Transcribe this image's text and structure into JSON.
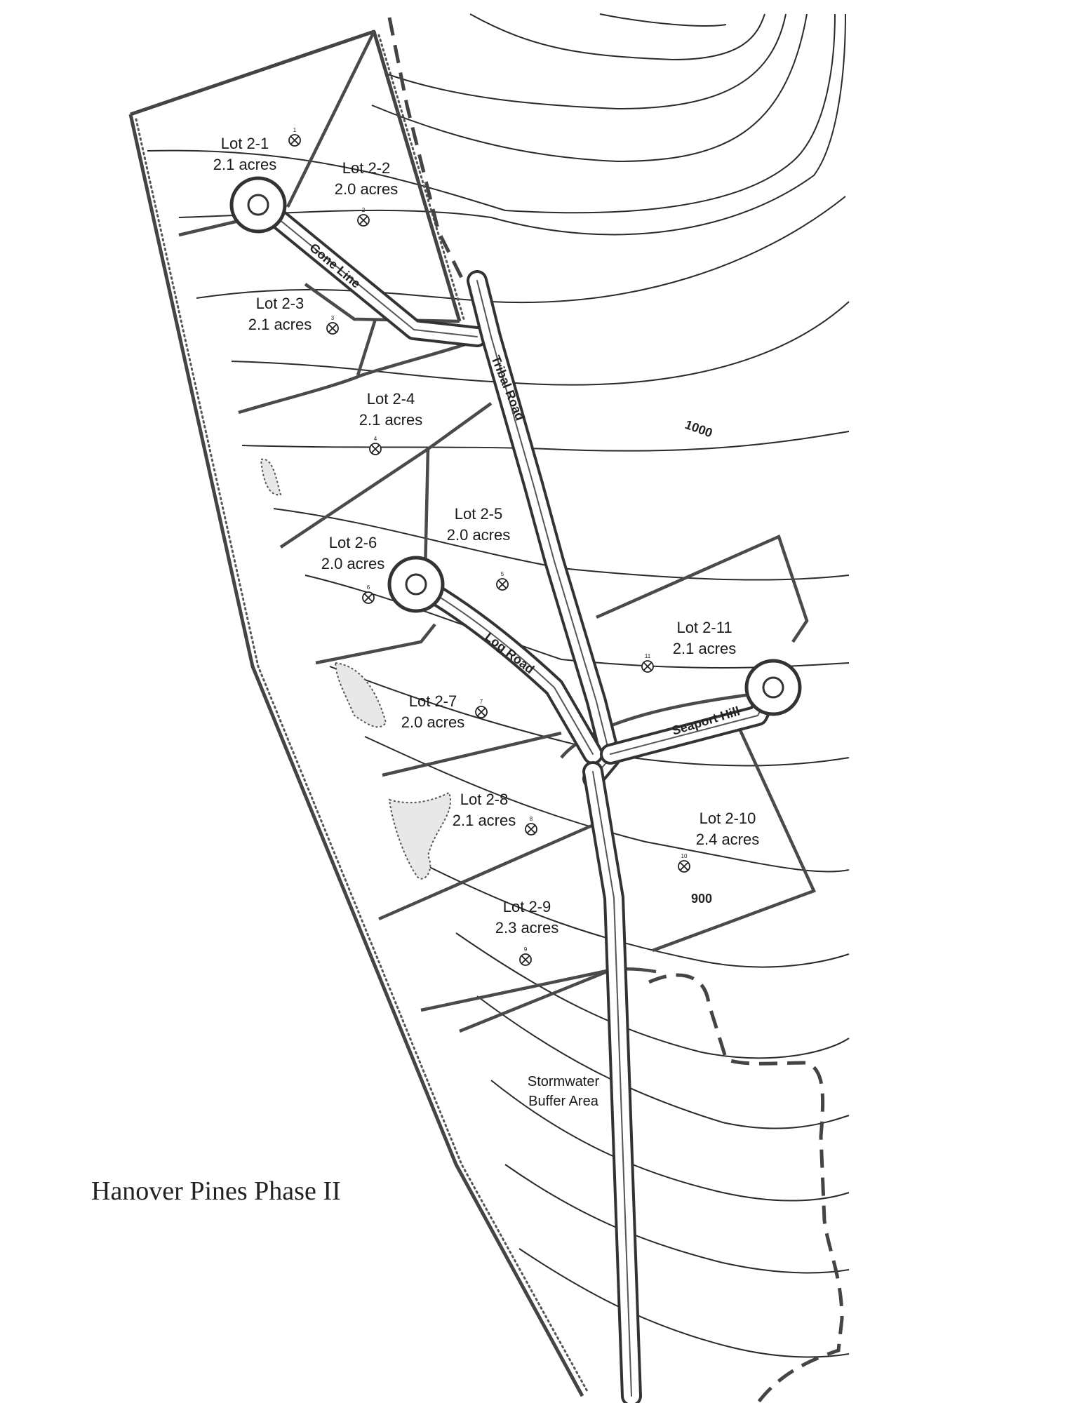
{
  "title": "Hanover Pines Phase II",
  "lots": [
    {
      "name": "Lot 2-1",
      "acres": "2.1 acres",
      "marker": "1"
    },
    {
      "name": "Lot 2-2",
      "acres": "2.0 acres",
      "marker": "2"
    },
    {
      "name": "Lot 2-3",
      "acres": "2.1 acres",
      "marker": "3"
    },
    {
      "name": "Lot 2-4",
      "acres": "2.1 acres",
      "marker": "4"
    },
    {
      "name": "Lot 2-5",
      "acres": "2.0 acres",
      "marker": "5"
    },
    {
      "name": "Lot 2-6",
      "acres": "2.0 acres",
      "marker": "6"
    },
    {
      "name": "Lot 2-7",
      "acres": "2.0 acres",
      "marker": "7"
    },
    {
      "name": "Lot 2-8",
      "acres": "2.1 acres",
      "marker": "8"
    },
    {
      "name": "Lot 2-9",
      "acres": "2.3 acres",
      "marker": "9"
    },
    {
      "name": "Lot 2-10",
      "acres": "2.4 acres",
      "marker": "10"
    },
    {
      "name": "Lot 2-11",
      "acres": "2.1 acres",
      "marker": "11"
    }
  ],
  "roads": {
    "gone": "Gone Line",
    "tribal": "Tribal Road",
    "log": "Log Road",
    "seaport": "Seaport Hill"
  },
  "stormwater": {
    "line1": "Stormwater",
    "line2": "Buffer Area"
  },
  "contours": {
    "upper": "1000",
    "lower": "900"
  }
}
